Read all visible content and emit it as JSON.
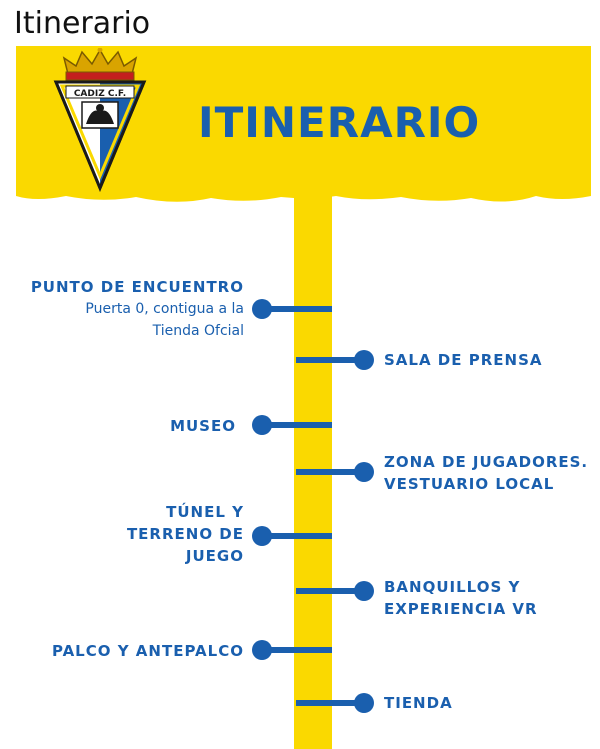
{
  "page": {
    "title": "Itinerario"
  },
  "banner": {
    "title": "ITINERARIO",
    "logo_text": "CADIZ C.F."
  },
  "colors": {
    "yellow": "#fad900",
    "blue": "#1a5fae"
  },
  "stops": [
    {
      "side": "left",
      "title": "PUNTO DE ENCUENTRO",
      "detail_line1": "Puerta 0, contigua a la",
      "detail_line2": "Tienda Ofcial"
    },
    {
      "side": "right",
      "title": "SALA DE PRENSA"
    },
    {
      "side": "left",
      "title": "MUSEO"
    },
    {
      "side": "right",
      "title_line1": "ZONA DE JUGADORES.",
      "title_line2": "VESTUARIO LOCAL"
    },
    {
      "side": "left",
      "title_line1": "TÚNEL Y",
      "title_line2": "TERRENO DE",
      "title_line3": "JUEGO"
    },
    {
      "side": "right",
      "title_line1": "BANQUILLOS Y",
      "title_line2": "EXPERIENCIA VR"
    },
    {
      "side": "left",
      "title": "PALCO Y ANTEPALCO"
    },
    {
      "side": "right",
      "title": "TIENDA"
    }
  ]
}
